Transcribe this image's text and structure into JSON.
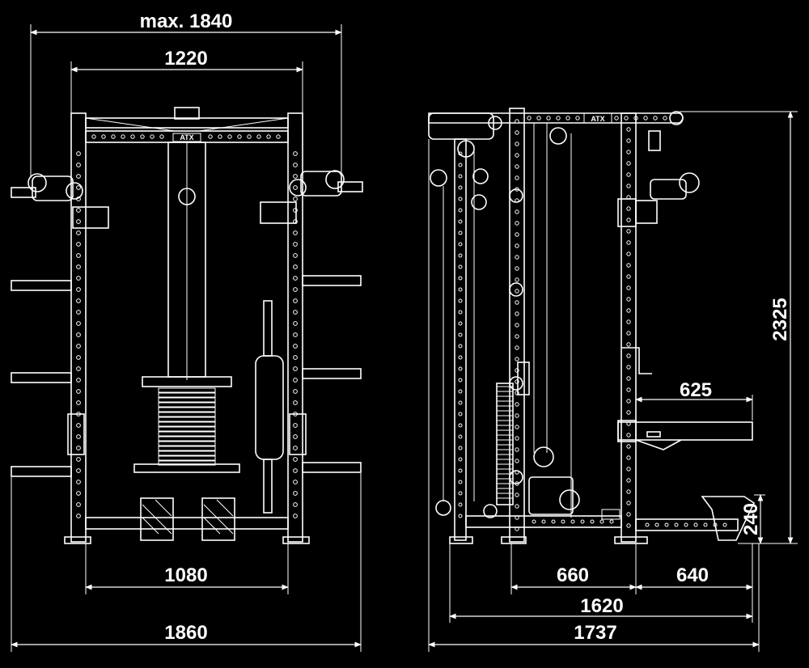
{
  "front_view": {
    "dim_max_width": "max. 1840",
    "dim_top_width": "1220",
    "dim_inner_base": "1080",
    "dim_total_width": "1860"
  },
  "side_view": {
    "dim_height": "2325",
    "dim_arm_length": "625",
    "dim_rack_depth": "660",
    "dim_bench_extension": "640",
    "dim_frame_depth": "1620",
    "dim_total_depth": "1737",
    "dim_step_height": "240"
  },
  "logo": {
    "front": "ATX",
    "side": "ATX"
  },
  "colors": {
    "background": "#000000",
    "line": "#ffffff"
  }
}
